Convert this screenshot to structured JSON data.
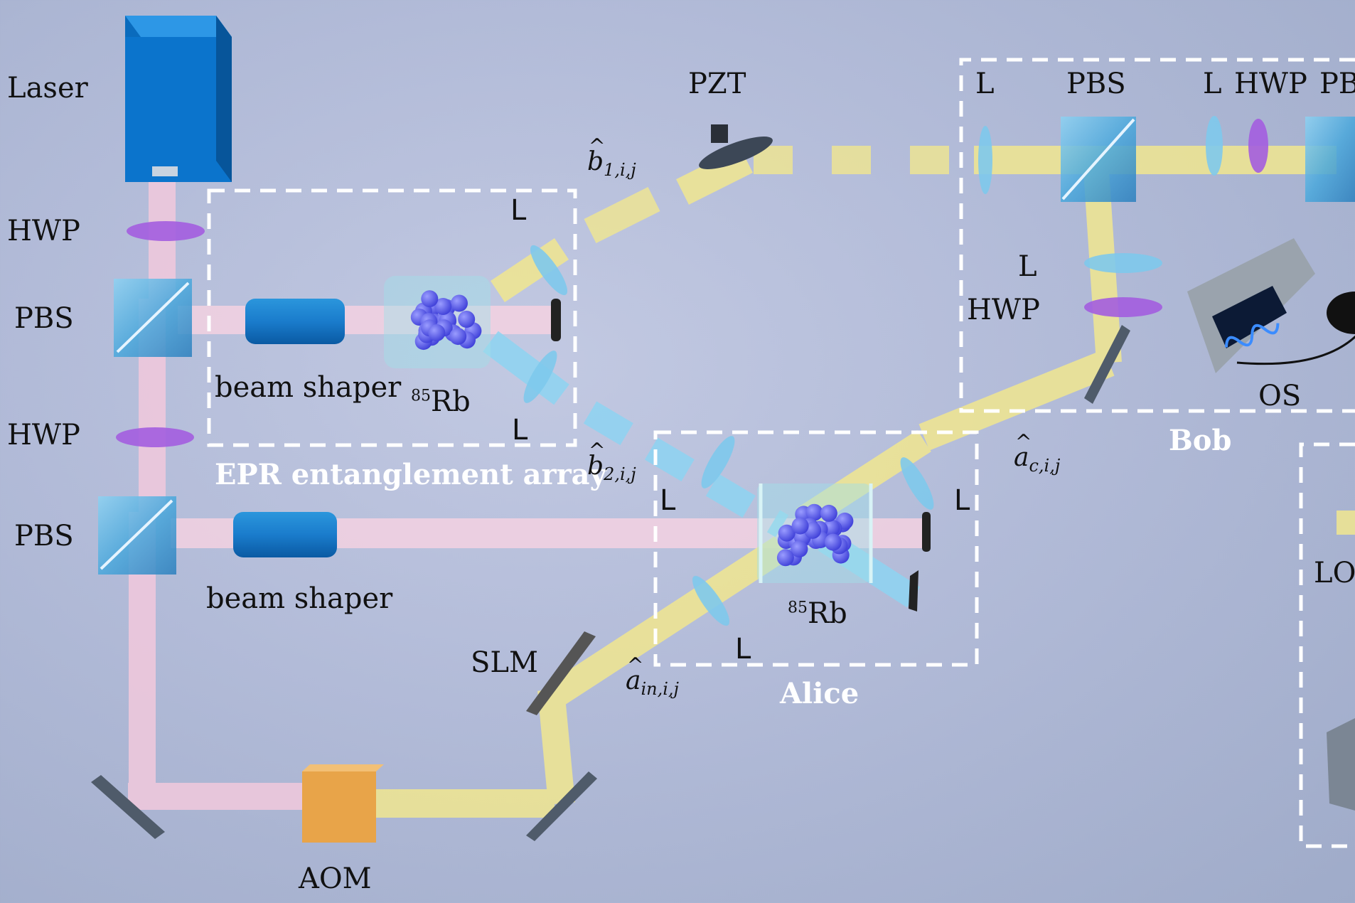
{
  "labels": {
    "laser": "Laser",
    "pzt": "PZT",
    "hwp1": "HWP",
    "pbs1": "PBS",
    "hwp2": "HWP",
    "pbs2": "PBS",
    "beam_shaper_1": "beam shaper",
    "beam_shaper_2": "beam shaper",
    "rb_iso": "85",
    "rb_1": "Rb",
    "rb_2": "Rb",
    "lens_epr_top": "L",
    "lens_epr_bottom": "L",
    "epr_array": "EPR entanglement array",
    "b1_sym": "b",
    "b1_sub": "1,i,j",
    "b2_sym": "b",
    "b2_sub": "2,i,j",
    "ac_sym": "a",
    "ac_sub": "c,i,j",
    "ain_sym": "a",
    "ain_sub": "in,i,j",
    "alice_lens_left": "L",
    "alice_lens_right": "L",
    "alice_lens_bottom": "L",
    "alice": "Alice",
    "slm": "SLM",
    "aom": "AOM",
    "bob_lens_1": "L",
    "bob_pbs": "PBS",
    "bob_lens_2": "L",
    "bob_hwp_1": "HWP",
    "bob_pbs_cut": "PB",
    "bob_lens_3": "L",
    "bob_hwp_2": "HWP",
    "os": "OS",
    "bob": "Bob",
    "lo_cut": "LO"
  },
  "colors": {
    "pump_beam": "#f3c6dc",
    "probe_beam": "#f3ea8a",
    "conjugate_beam": "#8fd3f0",
    "laser_box": "#0a74c9",
    "aom_box": "#e8a449",
    "hwp": "#a45ee0",
    "dashed_frame": "#ffffff",
    "atoms": "#5a5ef0"
  }
}
